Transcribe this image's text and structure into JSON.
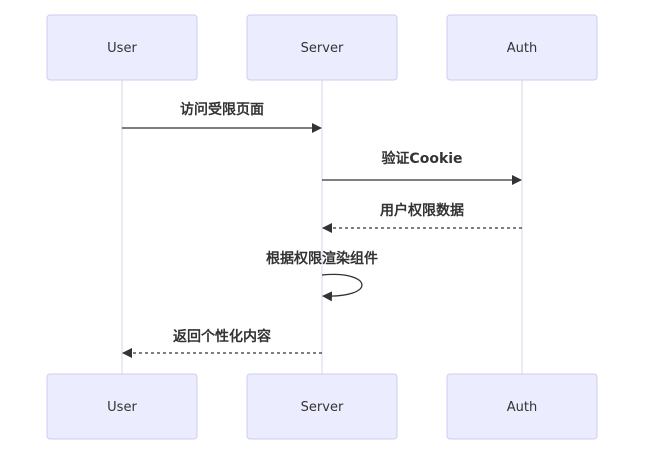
{
  "participants": {
    "user": "User",
    "server": "Server",
    "auth": "Auth"
  },
  "messages": [
    {
      "from": "User",
      "to": "Server",
      "text": "访问受限页面",
      "style": "solid"
    },
    {
      "from": "Server",
      "to": "Auth",
      "text": "验证Cookie",
      "style": "solid"
    },
    {
      "from": "Auth",
      "to": "Server",
      "text": "用户权限数据",
      "style": "dashed"
    },
    {
      "from": "Server",
      "to": "Server",
      "text": "根据权限渲染组件",
      "style": "solid"
    },
    {
      "from": "Server",
      "to": "User",
      "text": "返回个性化内容",
      "style": "dashed"
    }
  ],
  "colors": {
    "actor_fill": "#ECECFF",
    "actor_border": "#CCCCF0",
    "lifeline": "#D5D5EE",
    "text": "#333333"
  }
}
